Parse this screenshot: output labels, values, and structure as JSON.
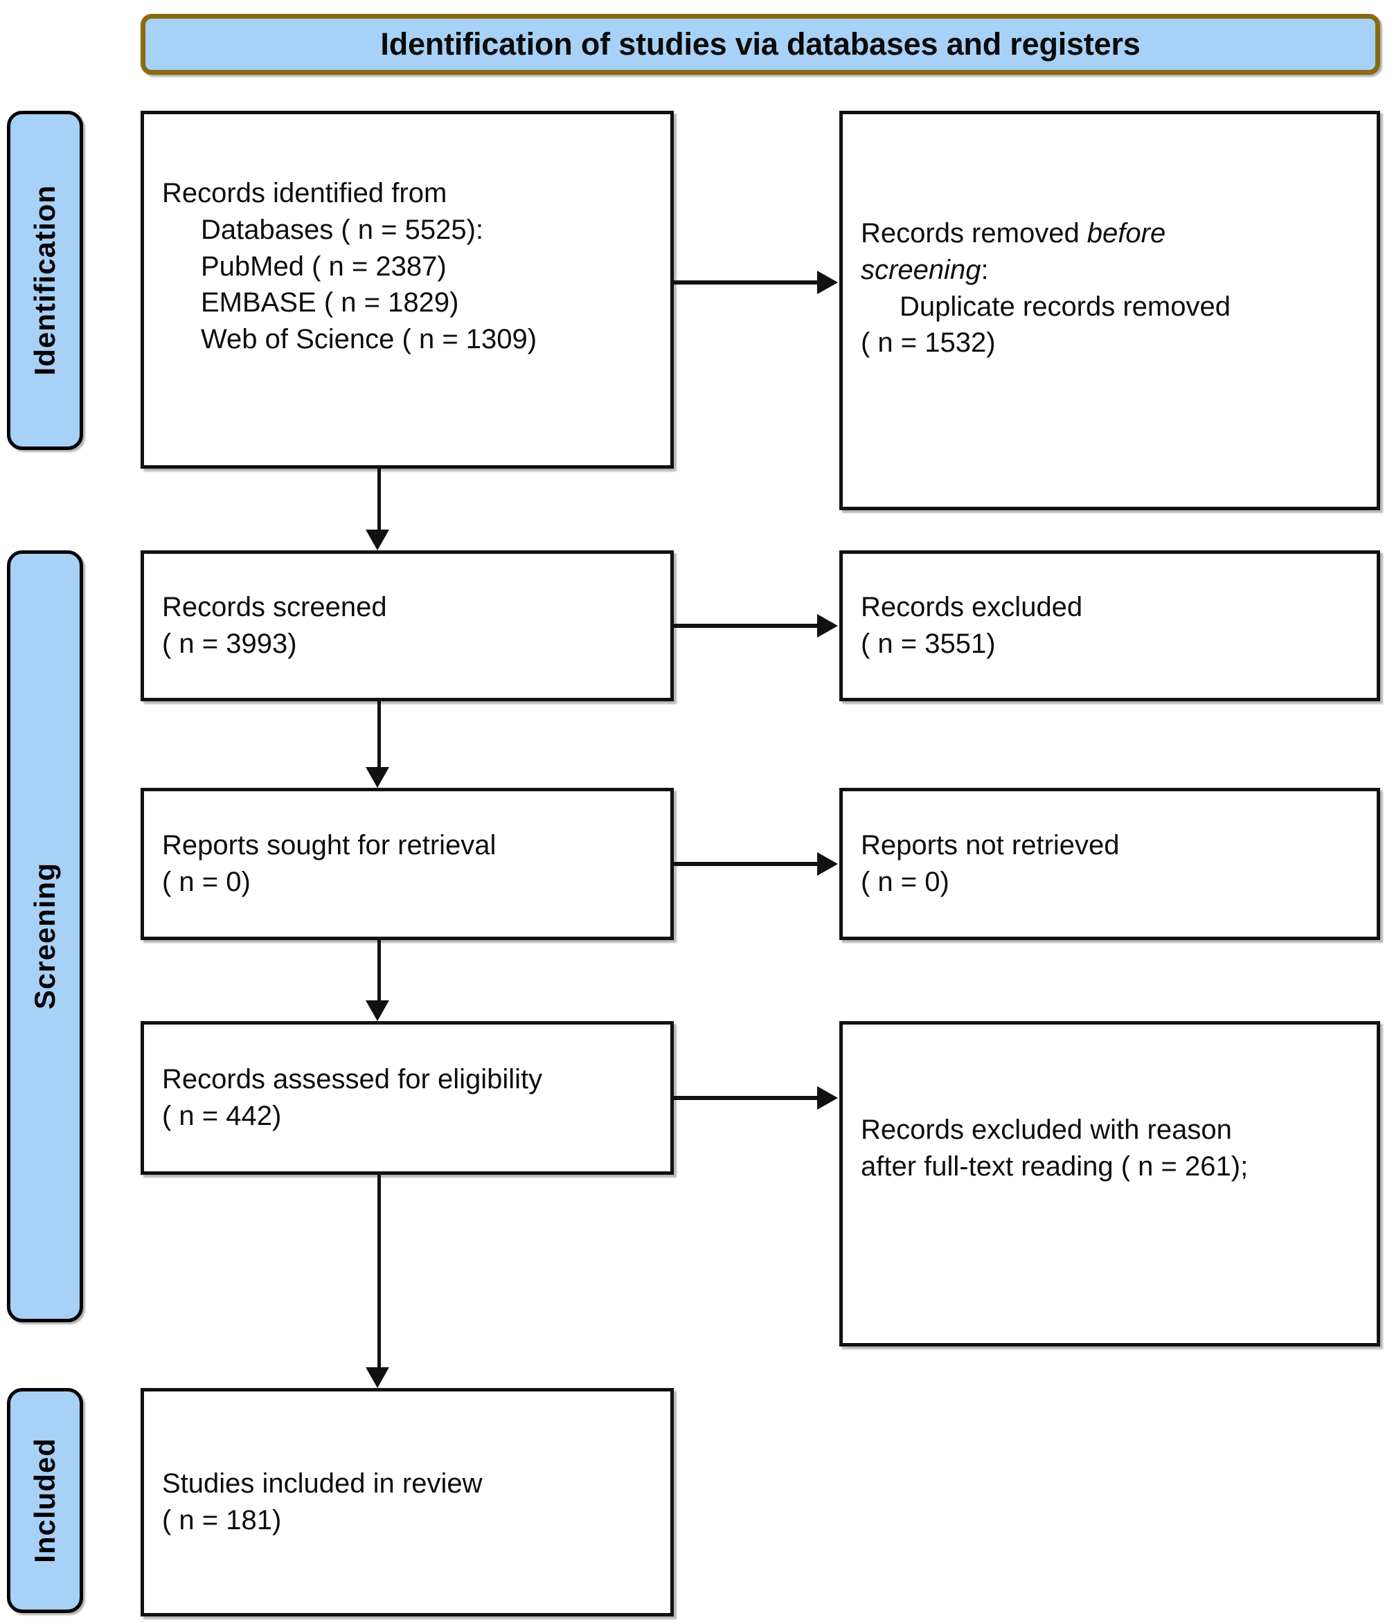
{
  "banner": {
    "title": "Identification of studies via databases and registers"
  },
  "stages": [
    {
      "label": "Identification"
    },
    {
      "label": "Screening"
    },
    {
      "label": "Included"
    }
  ],
  "boxes": {
    "identified": {
      "lines": [
        "Records identified from",
        "Databases ( n = 5525):",
        "PubMed ( n = 2387)",
        "EMBASE ( n = 1829)",
        "Web of Science ( n = 1309)"
      ]
    },
    "removed_before_screening": {
      "line1_pre": "Records removed ",
      "line1_em": "before",
      "line2_em": "screening",
      "line2_post": ":",
      "line3": "Duplicate records removed",
      "line4": "( n = 1532)"
    },
    "screened": {
      "line1": "Records screened",
      "line2": "( n = 3993)"
    },
    "excluded": {
      "line1": "Records excluded",
      "line2": "( n = 3551)"
    },
    "sought": {
      "line1": "Reports sought for retrieval",
      "line2": "( n = 0)"
    },
    "not_retrieved": {
      "line1": "Reports not retrieved",
      "line2": "( n = 0)"
    },
    "assessed": {
      "line1": "Records assessed for eligibility",
      "line2": "( n = 442)"
    },
    "excluded_reason": {
      "line1": "Records excluded with reason",
      "line2": "after full-text reading ( n = 261);"
    },
    "included": {
      "line1": "Studies included in review",
      "line2": "( n = 181)"
    }
  },
  "colors": {
    "banner_fill": "#A8D1F7",
    "banner_border": "#8A6A10",
    "stage_fill": "#A8D1F7",
    "stage_border": "#000000",
    "box_border": "#111111",
    "box_fill": "#FFFFFF",
    "text": "#0D0D0D"
  }
}
